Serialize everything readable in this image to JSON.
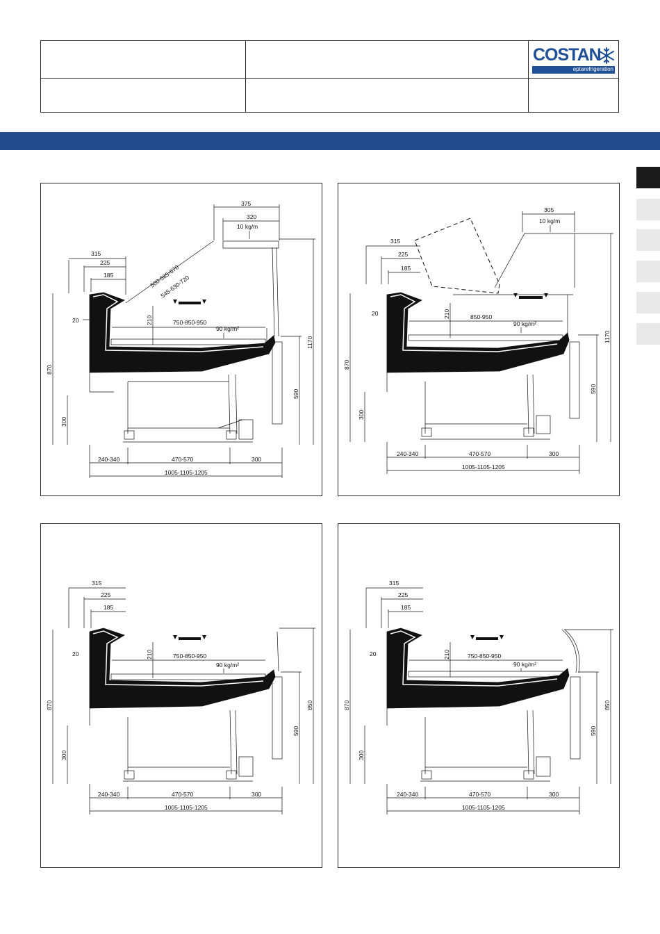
{
  "header": {
    "cells": [
      "",
      "",
      "",
      "",
      ""
    ],
    "logo": {
      "word": "COSTAN",
      "sub": "eptarefrigeration",
      "brand_color": "#1f4f94"
    }
  },
  "band_color": "#214b8a",
  "side_tabs": [
    {
      "active": true
    },
    {
      "active": false
    },
    {
      "active": false
    },
    {
      "active": false
    },
    {
      "active": false
    },
    {
      "active": false
    }
  ],
  "diagrams": [
    {
      "id": "top-left",
      "labels": {
        "w315": "315",
        "w225": "225",
        "w185": "185",
        "h20": "20",
        "h870": "870",
        "h300": "300",
        "d210": "210",
        "depth": "750-850-950",
        "load": "90  kg/m²",
        "top375": "375",
        "top320": "320",
        "top_load": "10 kg/m",
        "diag1": "500-585-670",
        "diag2": "545-630-720",
        "h1170": "1170",
        "h590": "590",
        "b1": "240-340",
        "b2": "470-570",
        "b3": "300",
        "total": "1005-1105-1205"
      }
    },
    {
      "id": "top-right",
      "labels": {
        "w315": "315",
        "w225": "225",
        "w185": "185",
        "h20": "20",
        "h870": "870",
        "h300": "300",
        "d210": "210",
        "depth": "850-950",
        "load": "90  kg/m²",
        "top305": "305",
        "top_load": "10 kg/m",
        "h1170": "1170",
        "h590": "590",
        "b1": "240-340",
        "b2": "470-570",
        "b3": "300",
        "total": "1005-1105-1205"
      }
    },
    {
      "id": "bottom-left",
      "labels": {
        "w315": "315",
        "w225": "225",
        "w185": "185",
        "h20": "20",
        "h870": "870",
        "h300": "300",
        "d210": "210",
        "depth": "750-850-950",
        "load": "90  kg/m²",
        "h850": "850",
        "h590": "590",
        "b1": "240-340",
        "b2": "470-570",
        "b3": "300",
        "total": "1005-1105-1205"
      }
    },
    {
      "id": "bottom-right",
      "labels": {
        "w315": "315",
        "w225": "225",
        "w185": "185",
        "h20": "20",
        "h870": "870",
        "h300": "300",
        "d210": "210",
        "depth": "750-850-950",
        "load": "90  kg/m²",
        "h850": "850",
        "h590": "590",
        "b1": "240-340",
        "b2": "470-570",
        "b3": "300",
        "total": "1005-1105-1205"
      }
    }
  ]
}
